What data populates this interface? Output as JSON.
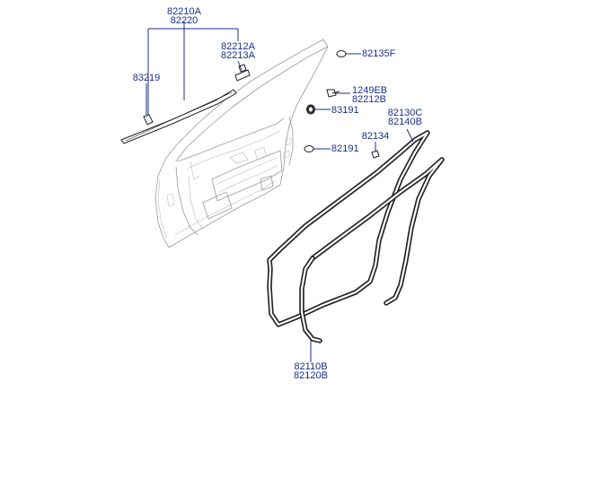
{
  "diagram": {
    "labels": {
      "p82210A": "82210A",
      "p82220": "82220",
      "p82212A": "82212A",
      "p82213A": "82213A",
      "p83219": "83219",
      "p82135F": "82135F",
      "p1249EB": "1249EB",
      "p82212B": "82212B",
      "p83191": "83191",
      "p82130C": "82130C",
      "p82140B": "82140B",
      "p82134": "82134",
      "p82191": "82191",
      "p82110B": "82110B",
      "p82120B": "82120B"
    },
    "colors": {
      "label": "#1a2f8a",
      "outline": "#9a9a9a",
      "seal": "#222222",
      "background": "#ffffff"
    }
  }
}
